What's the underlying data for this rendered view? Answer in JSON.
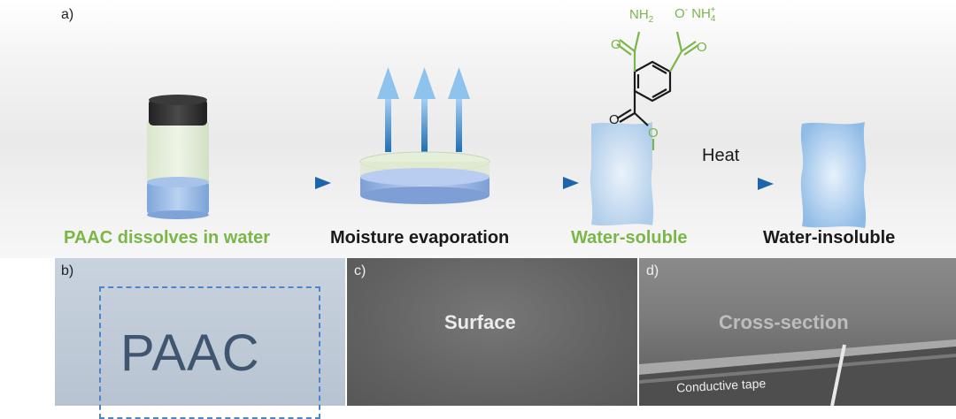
{
  "panels": {
    "a": "a)",
    "b": "b)",
    "c": "c)",
    "d": "d)"
  },
  "steps": {
    "step1": "PAAC dissolves in water",
    "step2": "Moisture evaporation",
    "step3": "Water-soluble",
    "step4": "Water-insoluble"
  },
  "arrow_label": "Heat",
  "molecule": {
    "amide": "NH",
    "amide_sub": "2",
    "anion": "O",
    "anion_sup": "-",
    "ammonium": "NH",
    "ammonium_sub": "4",
    "ammonium_sup": "+",
    "ester_o": "O",
    "carbonyl_o": "O"
  },
  "panel_b_text": "PAAC",
  "panel_c_title": "Surface",
  "panel_d_title": "Cross-section",
  "panel_d_note": "Conductive tape",
  "colors": {
    "green": "#7ab648",
    "blue_arrow": "#2e7cc0",
    "water_blue": "#9fc4e8"
  }
}
